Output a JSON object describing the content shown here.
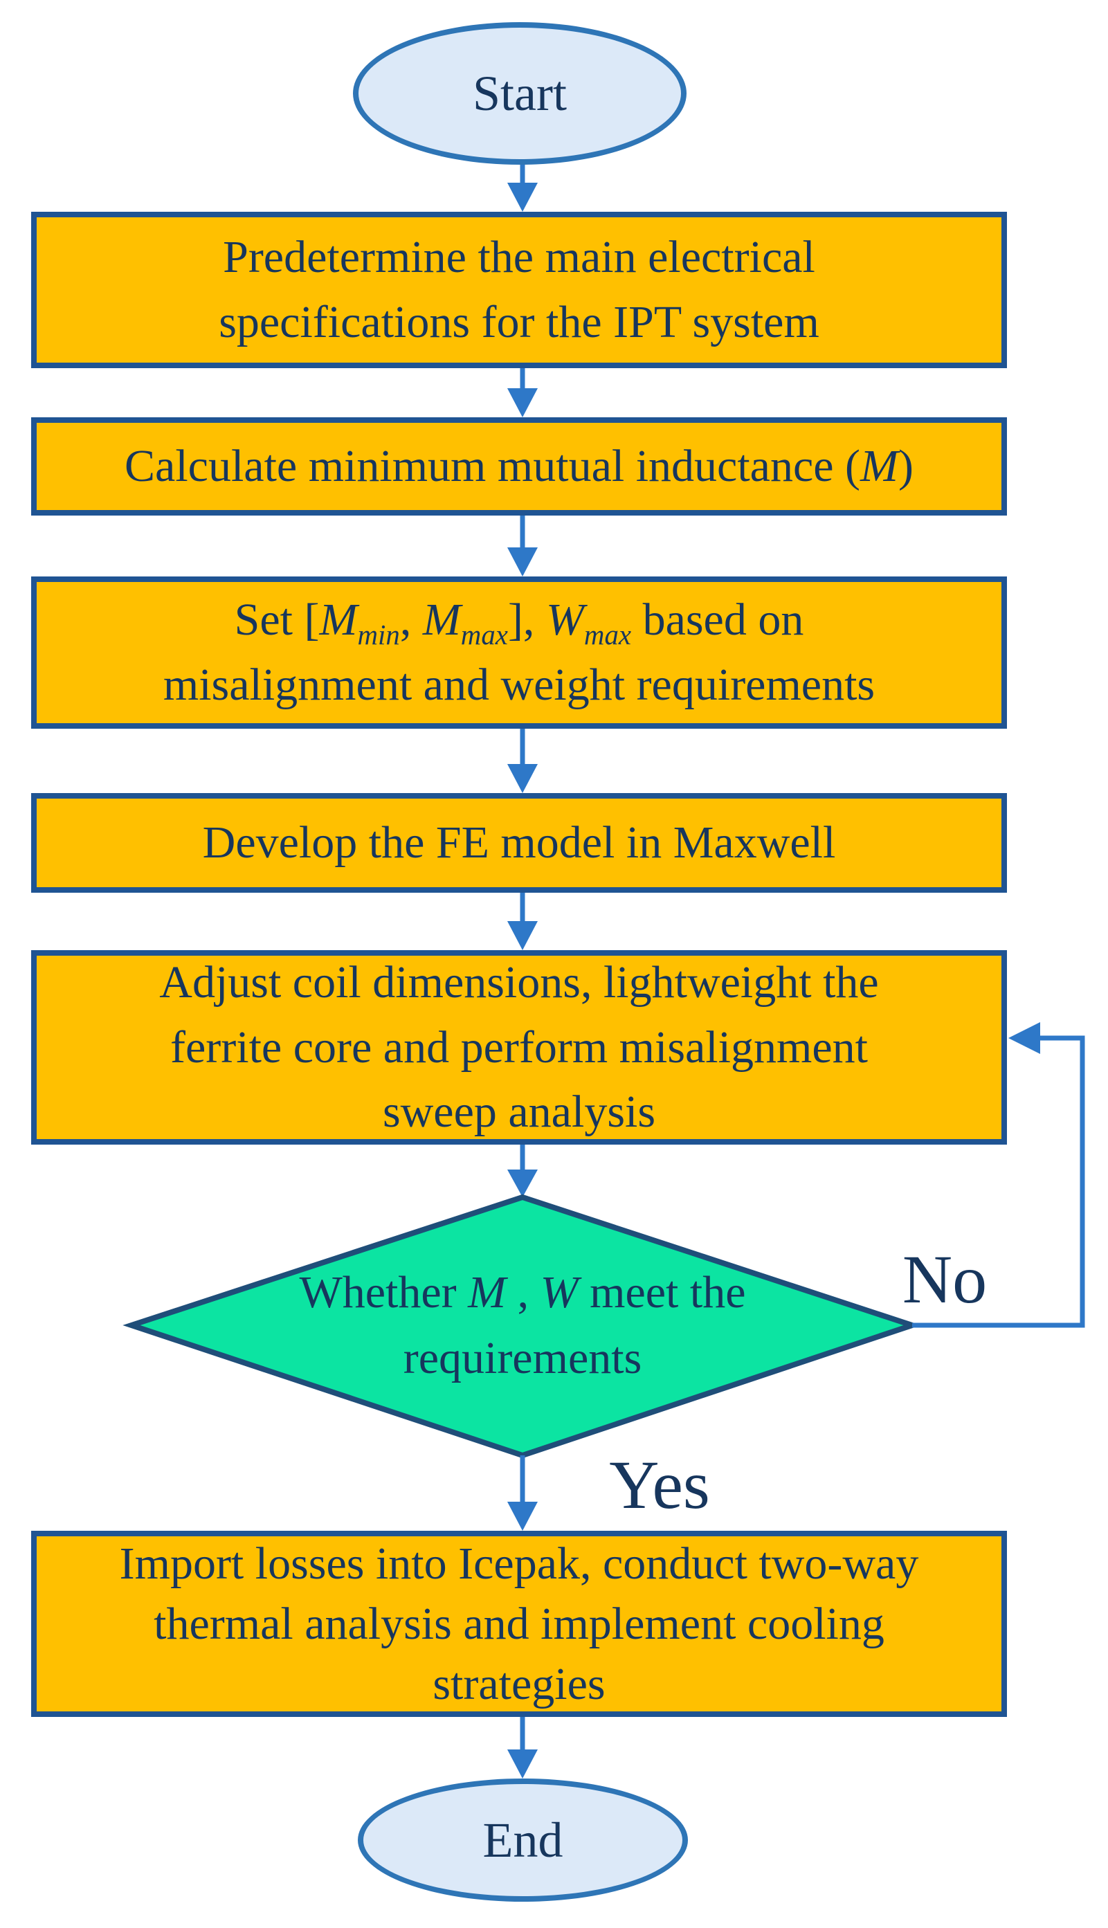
{
  "flowchart": {
    "start": {
      "label": "Start"
    },
    "end": {
      "label": "End"
    },
    "boxes": {
      "box1": {
        "line1": "Predetermine the main electrical",
        "line2": "specifications for the IPT system"
      },
      "box2": {
        "pre": "Calculate minimum mutual inductance (",
        "var": "M",
        "post": ")"
      },
      "box3": {
        "seg1": "Set [",
        "m1": "M",
        "m1sub": "min",
        "seg2": ", ",
        "m2": "M",
        "m2sub": "max",
        "seg3": "], ",
        "w": "W",
        "wsub": "max",
        "seg4": " based on",
        "line2": "misalignment and weight requirements"
      },
      "box4": {
        "label": "Develop the FE model in Maxwell"
      },
      "box5": {
        "line1": "Adjust coil dimensions, lightweight the",
        "line2": "ferrite core and perform misalignment",
        "line3": "sweep analysis"
      },
      "box6": {
        "line1": "Import losses into Icepak, conduct two-way",
        "line2": "thermal analysis and implement cooling",
        "line3": "strategies"
      }
    },
    "decision": {
      "seg1": "Whether ",
      "m": "M",
      "seg2": " , ",
      "w": "W",
      "seg3": " meet the",
      "line2": "requirements"
    },
    "labels": {
      "no": "No",
      "yes": "Yes"
    },
    "colors": {
      "process_fill": "#FFC000",
      "process_border": "#1F5493",
      "decision_fill": "#0CE4A2",
      "decision_border": "#1F4E79",
      "terminal_fill": "#DCE9F8",
      "terminal_border": "#2E75B6",
      "connector": "#2E78C8",
      "text": "#17365D"
    }
  }
}
